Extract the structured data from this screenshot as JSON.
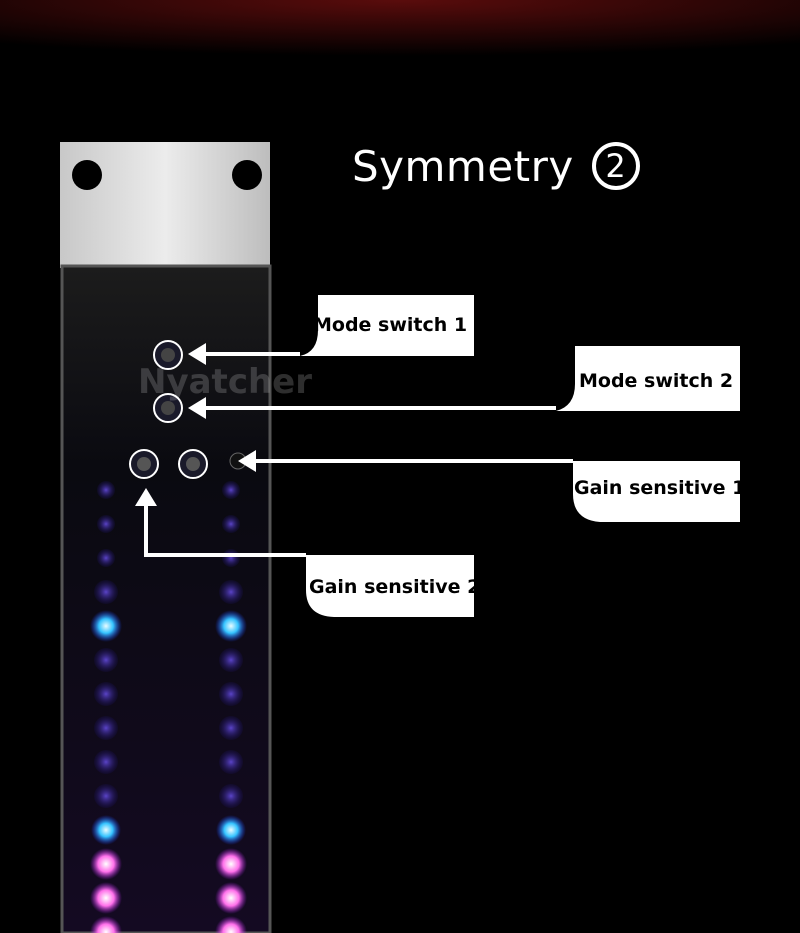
{
  "title": {
    "text": "Symmetry",
    "number": "2"
  },
  "watermark": "Nyatcher",
  "callouts": [
    {
      "id": "mode-switch-1",
      "label": "Mode switch 1"
    },
    {
      "id": "mode-switch-2",
      "label": "Mode switch 2"
    },
    {
      "id": "gain-sensitive-1",
      "label": "Gain sensitive 1"
    },
    {
      "id": "gain-sensitive-2",
      "label": "Gain sensitive 2"
    }
  ],
  "colors": {
    "background": "#000000",
    "callout": "#ffffff",
    "led_blue": "#3aa8ff",
    "led_pink": "#ff7ef0",
    "led_dim": "#3b2a8a",
    "bracket": "#d9d9d9"
  }
}
